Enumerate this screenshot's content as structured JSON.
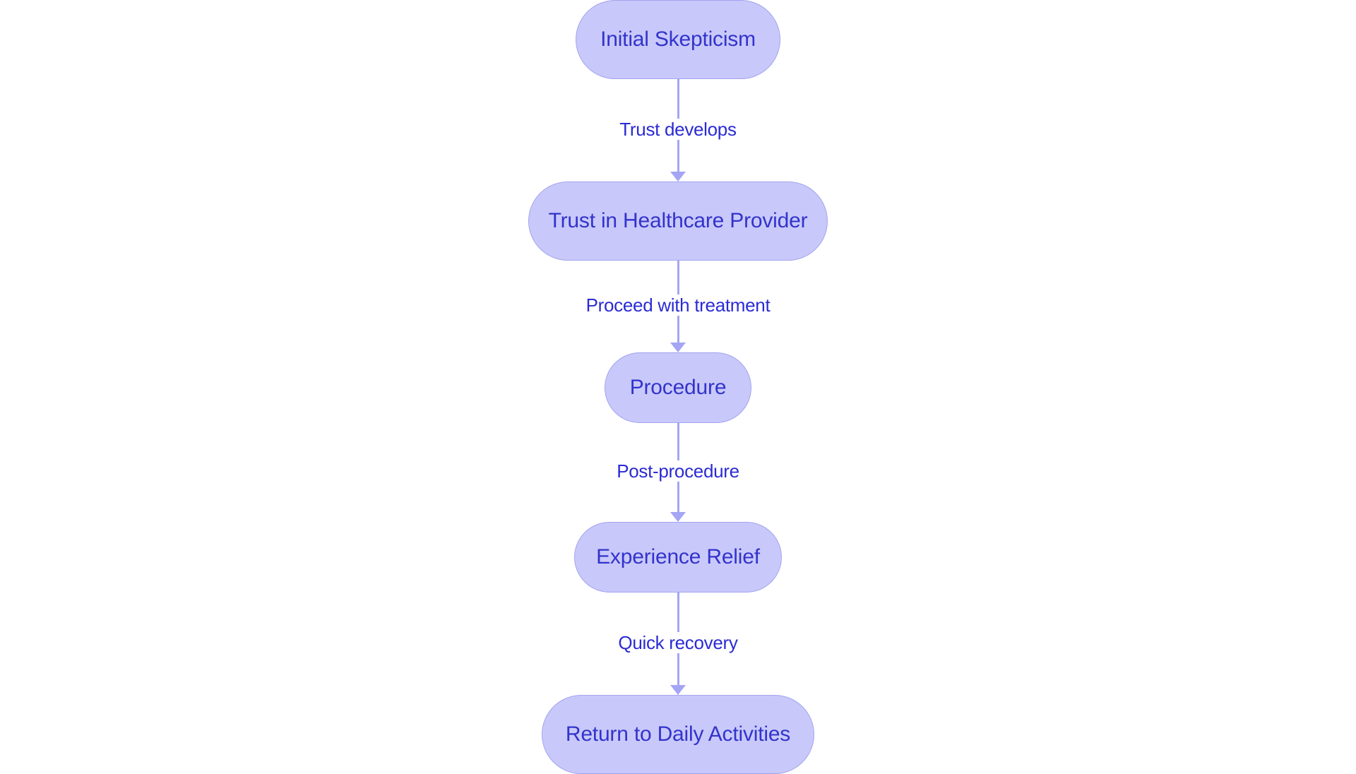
{
  "diagram": {
    "type": "flowchart",
    "orientation": "top-to-bottom",
    "title": "",
    "background_color": "#ffffff",
    "node_fill_color": "#c8c9fa",
    "node_border_color": "#a3a3f0",
    "node_text_color": "#3333cc",
    "edge_color": "#a5a5f5",
    "edge_label_color": "#2b2bd4",
    "nodes": [
      {
        "id": "n0",
        "label": "Initial Skepticism",
        "shape": "stadium"
      },
      {
        "id": "n1",
        "label": "Trust in Healthcare Provider",
        "shape": "stadium"
      },
      {
        "id": "n2",
        "label": "Procedure",
        "shape": "stadium"
      },
      {
        "id": "n3",
        "label": "Experience Relief",
        "shape": "stadium"
      },
      {
        "id": "n4",
        "label": "Return to Daily Activities",
        "shape": "stadium"
      }
    ],
    "edges": [
      {
        "id": "c0",
        "from": "n0",
        "to": "n1",
        "label": "Trust develops",
        "arrow": "down"
      },
      {
        "id": "c1",
        "from": "n1",
        "to": "n2",
        "label": "Proceed with treatment",
        "arrow": "down"
      },
      {
        "id": "c2",
        "from": "n2",
        "to": "n3",
        "label": "Post-procedure",
        "arrow": "down"
      },
      {
        "id": "c3",
        "from": "n3",
        "to": "n4",
        "label": "Quick recovery",
        "arrow": "down"
      }
    ]
  }
}
